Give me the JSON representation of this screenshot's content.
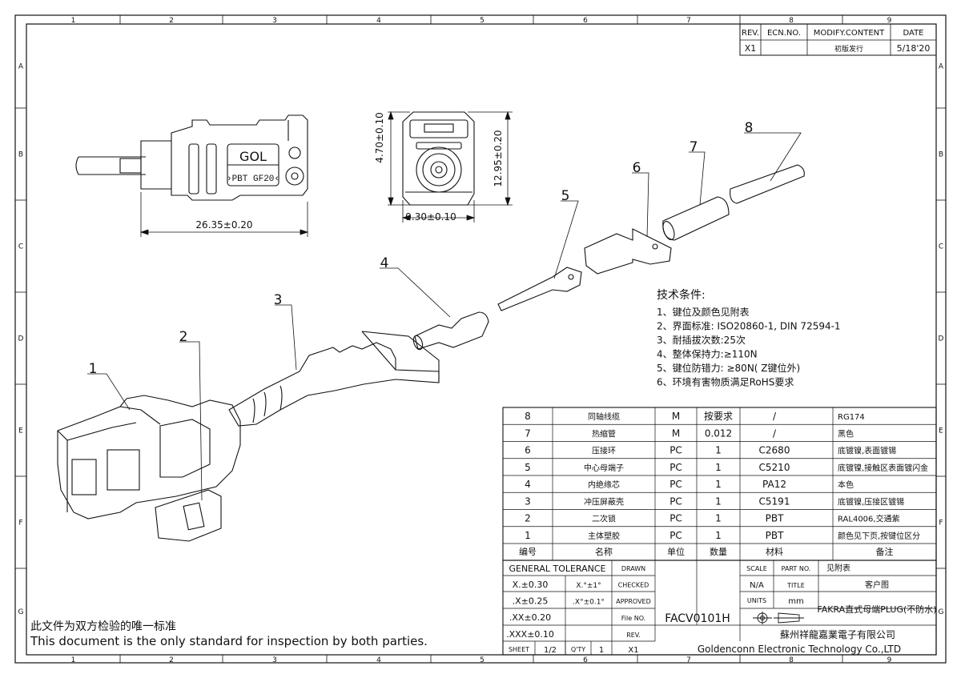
{
  "zone_columns": [
    "1",
    "2",
    "3",
    "4",
    "5",
    "6",
    "7",
    "8",
    "9"
  ],
  "zone_rows": [
    "A",
    "B",
    "C",
    "D",
    "E",
    "F",
    "G"
  ],
  "revision": {
    "headers": [
      "REV.",
      "ECN.NO.",
      "MODIFY.CONTENT",
      "DATE"
    ],
    "rows": [
      [
        "X1",
        "",
        "初版发行",
        "5/18'20"
      ]
    ]
  },
  "dimensions": {
    "length": "26.35±0.20",
    "height": "4.70±0.10",
    "width": "9.30±0.10",
    "overall": "12.95±0.20"
  },
  "marking": {
    "logo": "GOL",
    "material": "›PBT GF20‹"
  },
  "balloons": [
    "1",
    "2",
    "3",
    "4",
    "5",
    "6",
    "7",
    "8"
  ],
  "tech": {
    "title": "技术条件:",
    "items": [
      "1、键位及颜色见附表",
      "2、界面标准: ISO20860-1, DIN 72594-1",
      "3、耐插拔次数:25次",
      "4、整体保持力:≥110N",
      "5、键位防错力: ≥80N( Z键位外)",
      "6、环境有害物质满足RoHS要求"
    ]
  },
  "bom": {
    "header": [
      "编号",
      "名称",
      "单位",
      "数量",
      "材料",
      "备注"
    ],
    "rows": [
      [
        "8",
        "同轴线缆",
        "M",
        "按要求",
        "/",
        "RG174"
      ],
      [
        "7",
        "热缩管",
        "M",
        "0.012",
        "/",
        "黑色"
      ],
      [
        "6",
        "压接环",
        "PC",
        "1",
        "C2680",
        "底镀镍,表面镀锡"
      ],
      [
        "5",
        "中心母端子",
        "PC",
        "1",
        "C5210",
        "底镀镍,接触区表面镀闪金"
      ],
      [
        "4",
        "内绝缘芯",
        "PC",
        "1",
        "PA12",
        "本色"
      ],
      [
        "3",
        "冲压屏蔽壳",
        "PC",
        "1",
        "C5191",
        "底镀镍,压接区镀锡"
      ],
      [
        "2",
        "二次锁",
        "PC",
        "1",
        "PBT",
        "RAL4006,交通紫"
      ],
      [
        "1",
        "主体塑胶",
        "PC",
        "1",
        "PBT",
        "颜色见下页,按键位区分"
      ]
    ]
  },
  "title_block": {
    "tol_title": "GENERAL TOLERANCE",
    "tol": [
      [
        "X.±0.30",
        "X.°±1°"
      ],
      [
        ".X±0.25",
        ".X°±0.1°"
      ],
      [
        ".XX±0.20",
        ""
      ],
      [
        ".XXX±0.10",
        ""
      ]
    ],
    "roles": [
      "DRAWN",
      "CHECKED",
      "APPROVED"
    ],
    "file_no_label": "File NO.",
    "file_no": "FACV0101H",
    "rev_label": "REV.",
    "scale_label": "SCALE",
    "scale": "N/A",
    "units_label": "UNITS",
    "units": "mm",
    "part_no_label": "PART NO.",
    "part_no": "见附表",
    "title_label": "TITLE",
    "title_value": "客户图",
    "product": "FAKRA直式母端PLUG(不防水)",
    "company_cn": "蘇州祥龍嘉業電子有限公司",
    "company_en": "Goldenconn Electronic Technology Co.,LTD",
    "sheet_label": "SHEET",
    "sheet": "1/2",
    "qty_label": "Q'TY",
    "qty": "1",
    "rev": "X1"
  },
  "note": {
    "cn": "此文件为双方检验的唯一标准",
    "en": "This document is the only standard for inspection by both parties."
  }
}
